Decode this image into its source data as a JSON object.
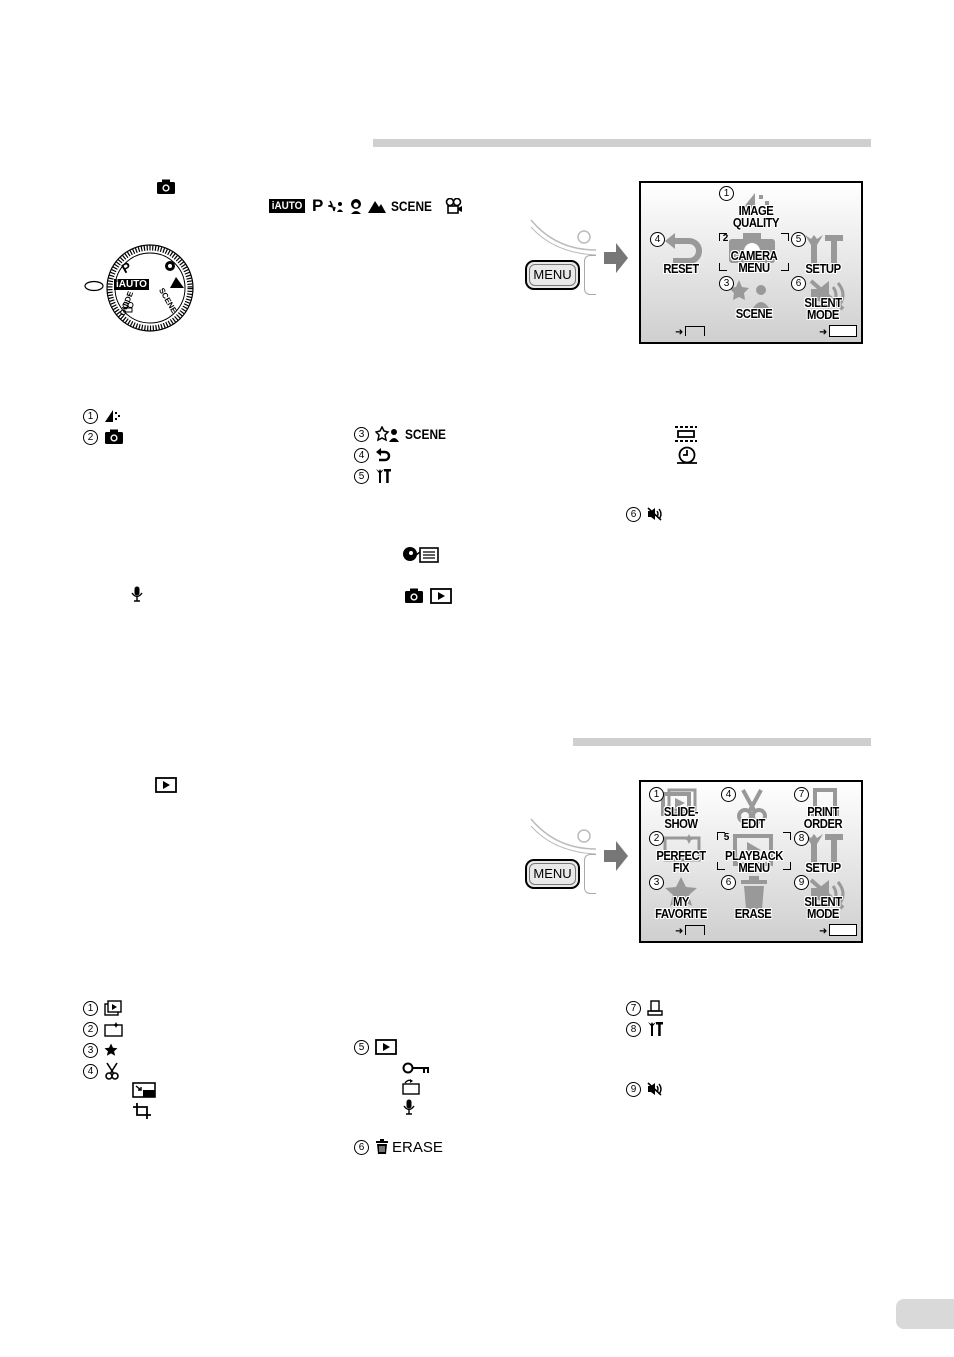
{
  "sections": {
    "shooting": {
      "mode_symbols": "P",
      "scene_word": "SCENE",
      "iauto": "iAUTO",
      "dial": {
        "iauto": "iAUTO",
        "p": "P",
        "guide": "GUIDE",
        "scene": "SCENE"
      },
      "screen": {
        "labels": [
          "IMAGE QUALITY",
          "CAMERA MENU",
          "SCENE",
          "RESET",
          "SETUP",
          "SILENT MODE"
        ],
        "label_lines": {
          "image_quality": [
            "IMAGE",
            "QUALITY"
          ],
          "camera_menu": [
            "CAMERA",
            "MENU"
          ],
          "scene": [
            "SCENE"
          ],
          "reset": [
            "RESET"
          ],
          "setup": [
            "SETUP"
          ],
          "silent_mode": [
            "SILENT",
            "MODE"
          ]
        },
        "numbers": [
          "1",
          "2",
          "3",
          "4",
          "5",
          "6"
        ]
      },
      "menu_button": "MENU",
      "list": {
        "n1": "1",
        "n2": "2",
        "n3": "3",
        "n4": "4",
        "n5": "5",
        "n6": "6",
        "scene_text": "SCENE"
      }
    },
    "playback": {
      "screen": {
        "label_lines": {
          "slideshow": [
            "SLIDE-",
            "SHOW"
          ],
          "edit": [
            "EDIT"
          ],
          "print_order": [
            "PRINT",
            "ORDER"
          ],
          "perfect_fix": [
            "PERFECT",
            "FIX"
          ],
          "playback_menu": [
            "PLAYBACK",
            "MENU"
          ],
          "setup": [
            "SETUP"
          ],
          "my_favorite": [
            "MY",
            "FAVORITE"
          ],
          "erase": [
            "ERASE"
          ],
          "silent_mode": [
            "SILENT",
            "MODE"
          ]
        },
        "numbers": [
          "1",
          "2",
          "3",
          "4",
          "5",
          "6",
          "7",
          "8",
          "9"
        ]
      },
      "menu_button": "MENU",
      "list": {
        "n1": "1",
        "n2": "2",
        "n3": "3",
        "n4": "4",
        "n5": "5",
        "n6": "6",
        "n7": "7",
        "n8": "8",
        "n9": "9",
        "erase_text": "ERASE"
      }
    }
  }
}
